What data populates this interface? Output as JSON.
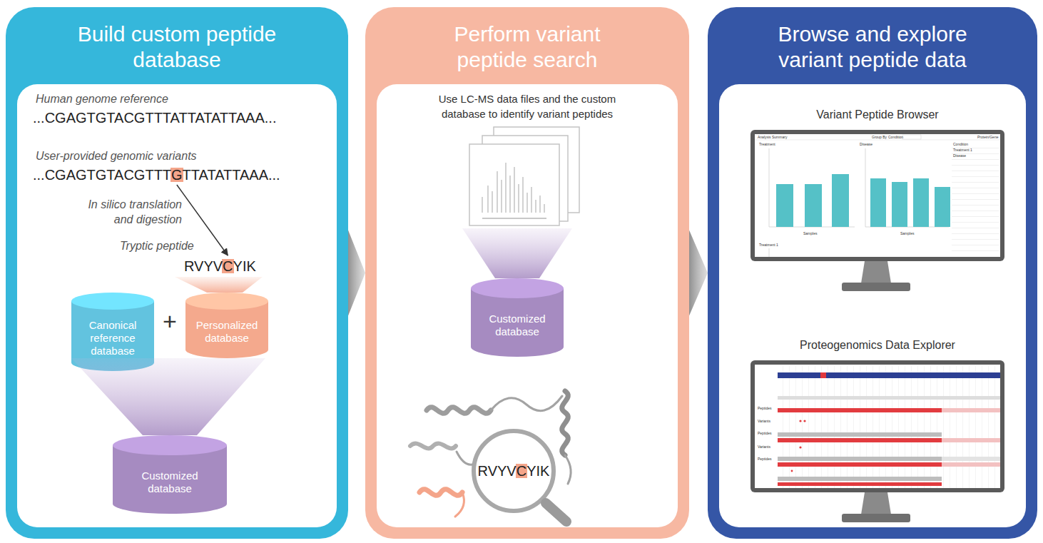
{
  "diagram": {
    "nodes": [
      {
        "text": [
          "Build custom peptide database"
        ]
      },
      {
        "text": [
          "Canonical reference database"
        ],
        "in": 0
      },
      {
        "text": [
          "Personalized database"
        ],
        "in": 0
      },
      {
        "text": [
          "Customized database"
        ],
        "in": 0
      },
      {
        "text": [
          "Perform variant peptide search",
          "Use LC-MS data files and the custom database to identify variant peptides"
        ]
      },
      {
        "text": [
          "Customized database"
        ],
        "in": 4
      },
      {
        "text": [
          "RVYVCYIK"
        ],
        "in": 4
      },
      {
        "text": [
          "Browse and explore variant peptide data"
        ]
      },
      {
        "text": [
          "Variant Peptide Browser"
        ],
        "in": 7
      },
      {
        "text": [
          "Proteogenomics Data Explorer"
        ],
        "in": 7
      }
    ],
    "edges": [
      {
        "from": 0,
        "to": 4,
        "arrow": "to"
      },
      {
        "from": 4,
        "to": 7,
        "arrow": "to"
      }
    ],
    "labels": [
      "Human genome reference",
      "...CGAGTGTACGTTTATTATATTAAA...",
      "User-provided genomic variants",
      "...CGAGTGTACGTTTGTTATATTAAA...",
      "In silico translation and digestion",
      "Tryptic peptide",
      "RVYVCYIK",
      "+",
      "Analysis Summary",
      "Group By",
      "Condition",
      "Protein/Gene",
      "Treatment",
      "Disease",
      "Samples",
      "Samples",
      "Condition",
      "Treatment 1",
      "Disease",
      "Treatment 1",
      "Peptides",
      "Variants",
      "Peptides",
      "Variants",
      "Peptides"
    ]
  }
}
